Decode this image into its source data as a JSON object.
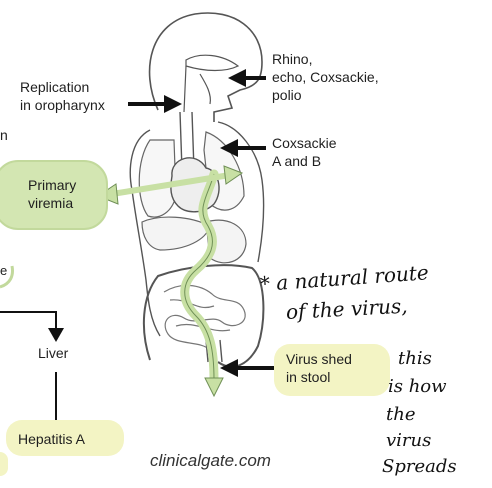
{
  "labels": {
    "replication": "Replication\nin oropharynx",
    "rhino": "Rhino,\necho, Coxsackie,\npolio",
    "coxsackie_ab": "Coxsackie\nA and B",
    "primary_viremia": "Primary\nviremia",
    "liver": "Liver",
    "hepatitis": "Hepatitis A",
    "virus_shed": "Virus shed\nin stool",
    "partial_n": "n",
    "partial_e": "e"
  },
  "annotation": {
    "line1": "* a natural route",
    "line2": "of the virus,",
    "this": "this",
    "is_how": "is how",
    "the": "the",
    "virus": "virus",
    "spreads": "Spreads"
  },
  "watermark": "clinicalgate.com",
  "colors": {
    "highlight_yellow": "#f3f4c4",
    "pill_green": "#d3e6b2",
    "arrow_green": "#c8e0a4",
    "outline": "#555555"
  }
}
